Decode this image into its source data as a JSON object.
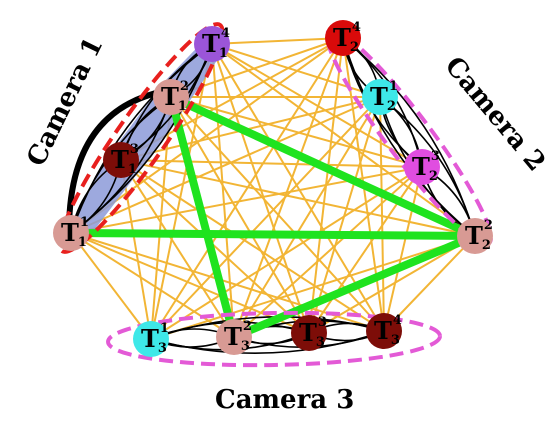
{
  "cameras": [
    {
      "id": "cam1",
      "label": "Camera 1",
      "color": "#e8201e"
    },
    {
      "id": "cam2",
      "label": "Camera 2",
      "color": "#e35ad6"
    },
    {
      "id": "cam3",
      "label": "Camera 3",
      "color": "#e35ad6"
    }
  ],
  "nodes": [
    {
      "id": "T1_1",
      "base": "T",
      "sub": "1",
      "sup": "1",
      "fill": "#d89a94",
      "camera": "cam1"
    },
    {
      "id": "T1_2",
      "base": "T",
      "sub": "1",
      "sup": "2",
      "fill": "#d89a94",
      "camera": "cam1"
    },
    {
      "id": "T1_3",
      "base": "T",
      "sub": "1",
      "sup": "3",
      "fill": "#7d0d08",
      "camera": "cam1"
    },
    {
      "id": "T1_4",
      "base": "T",
      "sub": "1",
      "sup": "4",
      "fill": "#9b55d8",
      "camera": "cam1"
    },
    {
      "id": "T2_1",
      "base": "T",
      "sub": "2",
      "sup": "1",
      "fill": "#3ee8e8",
      "camera": "cam2"
    },
    {
      "id": "T2_2",
      "base": "T",
      "sub": "2",
      "sup": "2",
      "fill": "#d89a94",
      "camera": "cam2"
    },
    {
      "id": "T2_3",
      "base": "T",
      "sub": "2",
      "sup": "3",
      "fill": "#e04de0",
      "camera": "cam2"
    },
    {
      "id": "T2_4",
      "base": "T",
      "sub": "2",
      "sup": "4",
      "fill": "#d90a0a",
      "camera": "cam2"
    },
    {
      "id": "T3_1",
      "base": "T",
      "sub": "3",
      "sup": "1",
      "fill": "#3ee8e8",
      "camera": "cam3"
    },
    {
      "id": "T3_2",
      "base": "T",
      "sub": "3",
      "sup": "2",
      "fill": "#d89a94",
      "camera": "cam3"
    },
    {
      "id": "T3_3",
      "base": "T",
      "sub": "3",
      "sup": "3",
      "fill": "#7d0d08",
      "camera": "cam3"
    },
    {
      "id": "T3_4",
      "base": "T",
      "sub": "3",
      "sup": "4",
      "fill": "#7d0d08",
      "camera": "cam3"
    }
  ],
  "highlighted_edges": [
    [
      "T1_1",
      "T2_2"
    ],
    [
      "T1_2",
      "T2_2"
    ],
    [
      "T1_2",
      "T3_2"
    ],
    [
      "T3_2",
      "T2_2"
    ]
  ],
  "colors": {
    "inter_camera_edge": "#f2b535",
    "intra_camera_edge": "#000000",
    "highlight_edge": "#1fe31f",
    "cam1_band": "#8c9ad8"
  }
}
